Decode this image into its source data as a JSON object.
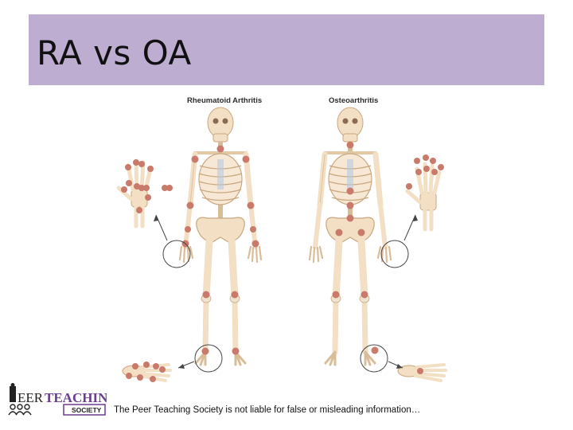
{
  "slide": {
    "title": "RA vs OA",
    "disclaimer": "The Peer Teaching Society is not liable for false or misleading information…"
  },
  "figure": {
    "left_label": "Rheumatoid Arthritis",
    "right_label": "Osteoarthritis",
    "bone_color": "#f2dfc4",
    "bone_stroke": "#c9a77f",
    "joint_color": "#c97a6a",
    "cartilage_color": "#b7c9e3"
  },
  "logo": {
    "text": "PEER TEACHING SOCIETY",
    "accent_color": "#6a3d8e"
  },
  "colors": {
    "title_bar": "#bcadd1"
  }
}
